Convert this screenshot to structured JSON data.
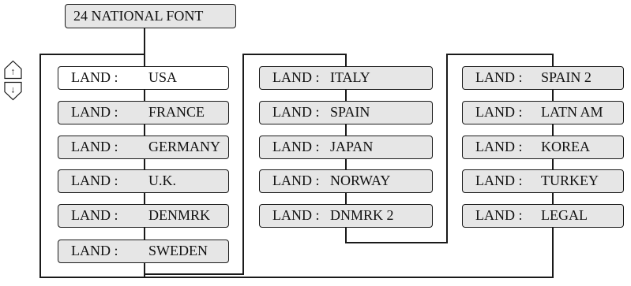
{
  "title": "24 NATIONAL FONT",
  "land_label": "LAND :",
  "columns": [
    [
      "USA",
      "FRANCE",
      "GERMANY",
      "U.K.",
      "DENMRK",
      "SWEDEN"
    ],
    [
      "ITALY",
      "SPAIN",
      "JAPAN",
      "NORWAY",
      "DNMRK 2"
    ],
    [
      "SPAIN 2",
      "LATN AM",
      "KOREA",
      "TURKEY",
      "LEGAL"
    ]
  ],
  "selected": "USA",
  "keys": [
    {
      "icon": "up-arrow-key-icon",
      "glyph": "↑"
    },
    {
      "icon": "down-arrow-key-icon",
      "glyph": "↓"
    }
  ],
  "colors": {
    "box_fill": "#e6e6e6",
    "selected_fill": "#ffffff",
    "line": "#1a1a1a"
  }
}
